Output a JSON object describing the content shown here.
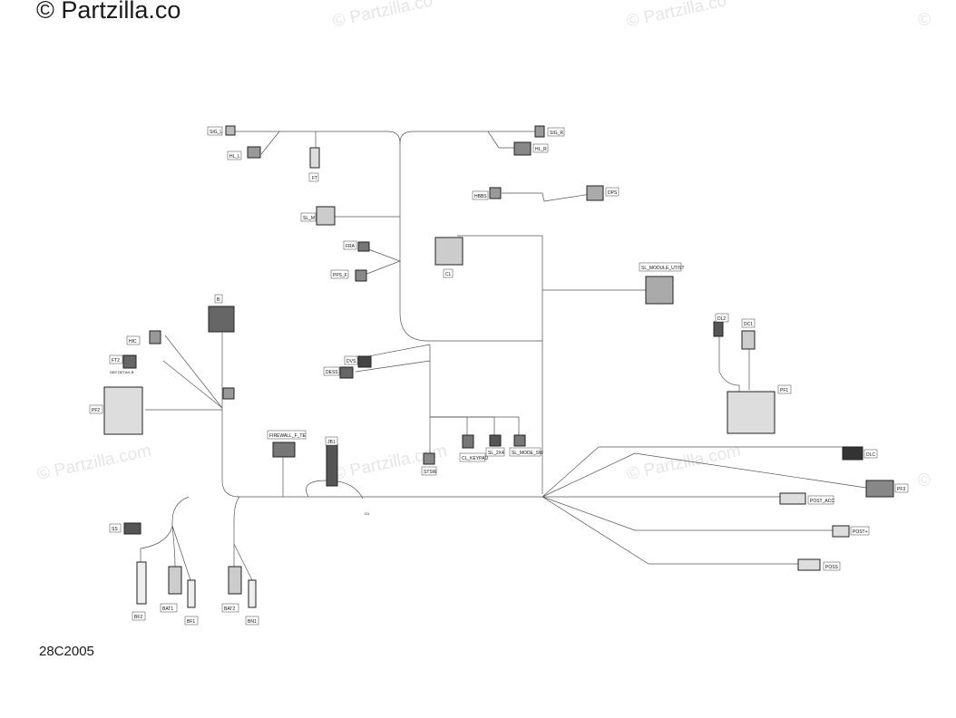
{
  "watermark": {
    "main": "© Partzilla.co",
    "faint": [
      "© Partzilla.co",
      "© Partzilla.co",
      "© Partzilla.com",
      "© Partzilla.com",
      "© Partzilla.com",
      "© Partzilla.com",
      "©"
    ]
  },
  "diagram_code": "28C2005",
  "labels": {
    "sig_l": "SIG_L",
    "hl_l": "HL_L",
    "ft": "FT",
    "sig_r": "SIG_R",
    "hl_r": "HL_R",
    "hbbs": "HBBS",
    "dps": "DPS",
    "sl_m": "SL_M",
    "fra": "FRA",
    "pps_f": "PPS_F",
    "cl": "CL",
    "sl_module": "SL_MODULE_UT/ST",
    "b": "B",
    "hic": "HIC",
    "ft2": "FT2",
    "see_detail": "SEE DETAIL B",
    "pf2": "PF2",
    "dl2": "DL2",
    "dc1": "DC1",
    "pf1": "PF1",
    "dvs": "DVS",
    "dess": "DESS",
    "firewall": "FIREWALL_F_TE",
    "jb1": "JB1",
    "stsw": "STSW",
    "cl_keypad": "CL_KEYPAD",
    "sl_2x4": "SL_2X4",
    "sl_mode_sw": "SL_MODE_SW",
    "dlc": "DLC",
    "pf3": "PF3",
    "post_acc": "POST_ACC",
    "post_plus": "POST+",
    "poss": "POSS",
    "ss": "SS",
    "bf2": "BF2",
    "bat1": "BAT1",
    "bf1": "BF1",
    "bat2": "BAT2",
    "bn1": "BN1",
    "g1": "G1"
  }
}
